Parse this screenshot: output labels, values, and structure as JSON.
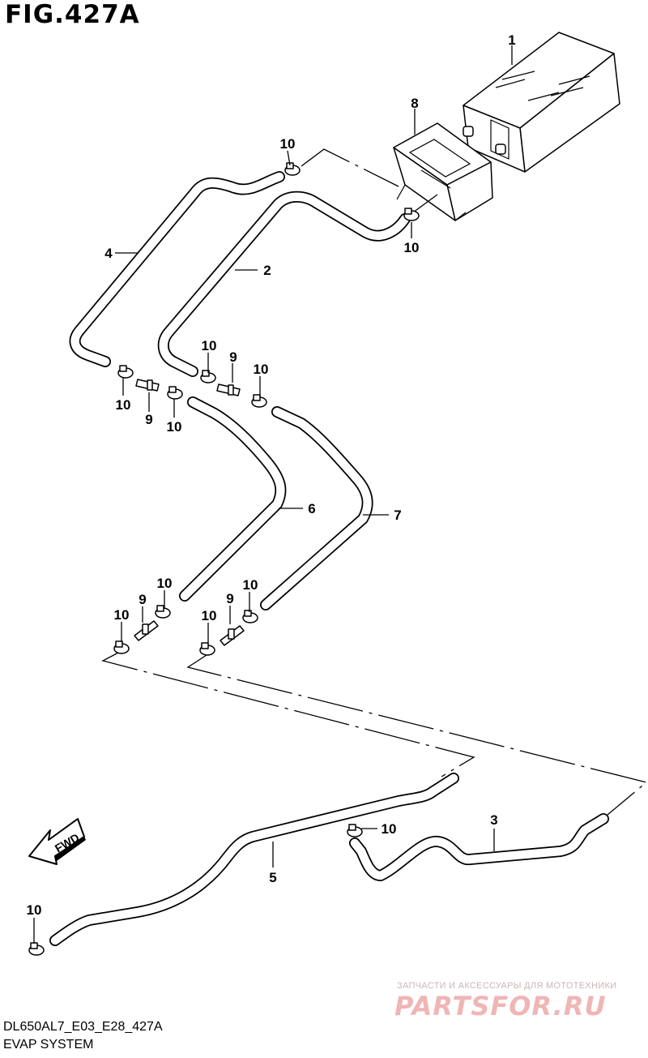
{
  "figure": {
    "title": "FIG.427A",
    "model_code": "DL650AL7_E03_E28_427A",
    "section": "EVAP SYSTEM"
  },
  "direction_marker": "FWD",
  "callouts": {
    "c1": "1",
    "c2": "2",
    "c3": "3",
    "c4": "4",
    "c5": "5",
    "c6": "6",
    "c7": "7",
    "c8": "8",
    "c9a": "9",
    "c9b": "9",
    "c9c": "9",
    "c9d": "9",
    "c10a": "10",
    "c10b": "10",
    "c10c": "10",
    "c10d": "10",
    "c10e": "10",
    "c10f": "10",
    "c10g": "10",
    "c10h": "10",
    "c10i": "10",
    "c10j": "10",
    "c10k": "10",
    "c10l": "10"
  },
  "watermark": {
    "tagline": "ЗАПЧАСТИ И АКСЕССУАРЫ ДЛЯ МОТОТЕХНИКИ",
    "brand": "PARTSFOR.RU"
  }
}
